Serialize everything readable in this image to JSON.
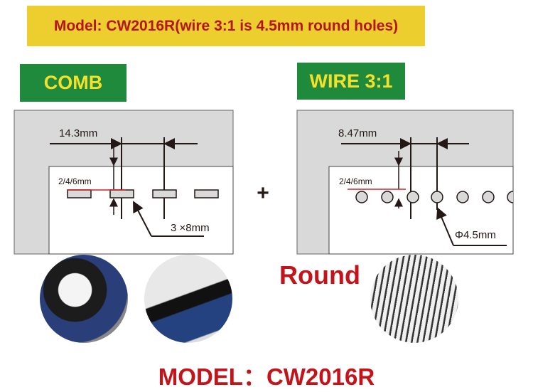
{
  "banner": {
    "text": "Model: CW2016R(wire 3:1 is 4.5mm round holes)"
  },
  "comb": {
    "label": "COMB",
    "pitch": "14.3mm",
    "margin": "2/4/6mm",
    "hole_size": "3 ×8mm"
  },
  "wire": {
    "label": "WIRE 3:1",
    "pitch": "8.47mm",
    "margin": "2/4/6mm",
    "hole_size": "Φ4.5mm"
  },
  "plus": "+",
  "round_label": "Round",
  "footer": {
    "model": "MODEL：CW2016R"
  },
  "colors": {
    "accent_red": "#c3141c",
    "banner_yellow": "#ecce2e",
    "tag_green": "#1f8a3b",
    "tag_text": "#f5e12a"
  }
}
